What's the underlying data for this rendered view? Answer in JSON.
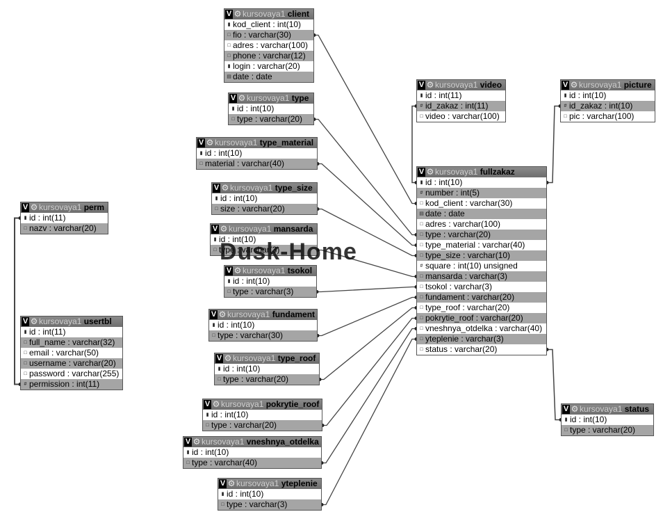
{
  "db_prefix": "kursovaya1",
  "watermark": "Dusk-Home",
  "tables": {
    "client": {
      "name": "client",
      "fields": [
        {
          "text": "kod_client : int(10)",
          "icon": "key"
        },
        {
          "text": "fio : varchar(30)",
          "icon": "text"
        },
        {
          "text": "adres : varchar(100)",
          "icon": "text"
        },
        {
          "text": "phone : varchar(12)",
          "icon": "text"
        },
        {
          "text": "login : varchar(20)",
          "icon": "key"
        },
        {
          "text": "date : date",
          "icon": "date"
        }
      ]
    },
    "type": {
      "name": "type",
      "fields": [
        {
          "text": "id : int(10)",
          "icon": "key"
        },
        {
          "text": "type : varchar(20)",
          "icon": "text"
        }
      ]
    },
    "type_material": {
      "name": "type_material",
      "fields": [
        {
          "text": "id : int(10)",
          "icon": "key"
        },
        {
          "text": "material : varchar(40)",
          "icon": "text"
        }
      ]
    },
    "type_size": {
      "name": "type_size",
      "fields": [
        {
          "text": "id : int(10)",
          "icon": "key"
        },
        {
          "text": "size : varchar(20)",
          "icon": "text"
        }
      ]
    },
    "mansarda": {
      "name": "mansarda",
      "fields": [
        {
          "text": "id : int(10)",
          "icon": "key"
        },
        {
          "text": "type : varchar(3)",
          "icon": "text"
        }
      ]
    },
    "tsokol": {
      "name": "tsokol",
      "fields": [
        {
          "text": "id : int(10)",
          "icon": "key"
        },
        {
          "text": "type : varchar(3)",
          "icon": "text"
        }
      ]
    },
    "fundament": {
      "name": "fundament",
      "fields": [
        {
          "text": "id : int(10)",
          "icon": "key"
        },
        {
          "text": "type : varchar(30)",
          "icon": "text"
        }
      ]
    },
    "type_roof": {
      "name": "type_roof",
      "fields": [
        {
          "text": "id : int(10)",
          "icon": "key"
        },
        {
          "text": "type : varchar(20)",
          "icon": "text"
        }
      ]
    },
    "pokrytie_roof": {
      "name": "pokrytie_roof",
      "fields": [
        {
          "text": "id : int(10)",
          "icon": "key"
        },
        {
          "text": "type : varchar(20)",
          "icon": "text"
        }
      ]
    },
    "vneshnya_otdelka": {
      "name": "vneshnya_otdelka",
      "fields": [
        {
          "text": "id : int(10)",
          "icon": "key"
        },
        {
          "text": "type : varchar(40)",
          "icon": "text"
        }
      ]
    },
    "yteplenie": {
      "name": "yteplenie",
      "fields": [
        {
          "text": "id : int(10)",
          "icon": "key"
        },
        {
          "text": "type : varchar(3)",
          "icon": "text"
        }
      ]
    },
    "perm": {
      "name": "perm",
      "fields": [
        {
          "text": "id : int(11)",
          "icon": "key"
        },
        {
          "text": "nazv : varchar(20)",
          "icon": "text"
        }
      ]
    },
    "usertbl": {
      "name": "usertbl",
      "fields": [
        {
          "text": "id : int(11)",
          "icon": "key"
        },
        {
          "text": "full_name : varchar(32)",
          "icon": "text"
        },
        {
          "text": "email : varchar(50)",
          "icon": "text"
        },
        {
          "text": "username : varchar(20)",
          "icon": "text"
        },
        {
          "text": "password : varchar(255)",
          "icon": "text"
        },
        {
          "text": "permission : int(11)",
          "icon": "num"
        }
      ]
    },
    "video": {
      "name": "video",
      "fields": [
        {
          "text": "id : int(11)",
          "icon": "key"
        },
        {
          "text": "id_zakaz : int(11)",
          "icon": "num"
        },
        {
          "text": "video : varchar(100)",
          "icon": "text"
        }
      ]
    },
    "picture": {
      "name": "picture",
      "fields": [
        {
          "text": "id : int(10)",
          "icon": "key"
        },
        {
          "text": "id_zakaz : int(10)",
          "icon": "num"
        },
        {
          "text": "pic : varchar(100)",
          "icon": "text"
        }
      ]
    },
    "fullzakaz": {
      "name": "fullzakaz",
      "fields": [
        {
          "text": "id : int(10)",
          "icon": "key"
        },
        {
          "text": "number : int(5)",
          "icon": "num"
        },
        {
          "text": "kod_client : varchar(30)",
          "icon": "text"
        },
        {
          "text": "date : date",
          "icon": "date"
        },
        {
          "text": "adres : varchar(100)",
          "icon": "text"
        },
        {
          "text": "type : varchar(20)",
          "icon": "text"
        },
        {
          "text": "type_material : varchar(40)",
          "icon": "text"
        },
        {
          "text": "type_size : varchar(10)",
          "icon": "text"
        },
        {
          "text": "square : int(10) unsigned",
          "icon": "num"
        },
        {
          "text": "mansarda : varchar(3)",
          "icon": "text"
        },
        {
          "text": "tsokol : varchar(3)",
          "icon": "text"
        },
        {
          "text": "fundament : varchar(20)",
          "icon": "text"
        },
        {
          "text": "type_roof : varchar(20)",
          "icon": "text"
        },
        {
          "text": "pokrytie_roof : varchar(20)",
          "icon": "text"
        },
        {
          "text": "vneshnya_otdelka : varchar(40)",
          "icon": "text"
        },
        {
          "text": "yteplenie : varchar(3)",
          "icon": "text"
        },
        {
          "text": "status : varchar(20)",
          "icon": "text"
        }
      ]
    },
    "status": {
      "name": "status",
      "fields": [
        {
          "text": "id : int(10)",
          "icon": "key"
        },
        {
          "text": "type : varchar(20)",
          "icon": "text"
        }
      ]
    }
  },
  "relations": [
    {
      "from": "client",
      "from_field": 1,
      "to": "fullzakaz",
      "to_field": 2
    },
    {
      "from": "type",
      "from_field": 1,
      "to": "fullzakaz",
      "to_field": 5
    },
    {
      "from": "type_material",
      "from_field": 1,
      "to": "fullzakaz",
      "to_field": 6
    },
    {
      "from": "type_size",
      "from_field": 1,
      "to": "fullzakaz",
      "to_field": 7
    },
    {
      "from": "mansarda",
      "from_field": 1,
      "to": "fullzakaz",
      "to_field": 9
    },
    {
      "from": "tsokol",
      "from_field": 1,
      "to": "fullzakaz",
      "to_field": 10
    },
    {
      "from": "fundament",
      "from_field": 1,
      "to": "fullzakaz",
      "to_field": 11
    },
    {
      "from": "type_roof",
      "from_field": 1,
      "to": "fullzakaz",
      "to_field": 12
    },
    {
      "from": "pokrytie_roof",
      "from_field": 1,
      "to": "fullzakaz",
      "to_field": 13
    },
    {
      "from": "vneshnya_otdelka",
      "from_field": 1,
      "to": "fullzakaz",
      "to_field": 14
    },
    {
      "from": "yteplenie",
      "from_field": 1,
      "to": "fullzakaz",
      "to_field": 15
    },
    {
      "from": "video",
      "from_field": 1,
      "to": "fullzakaz",
      "to_field": 0
    },
    {
      "from": "picture",
      "from_field": 1,
      "to": "fullzakaz",
      "to_field": 0
    },
    {
      "from": "status",
      "from_field": 0,
      "to": "fullzakaz",
      "to_field": 16
    },
    {
      "from": "perm",
      "from_field": 0,
      "to": "usertbl",
      "to_field": 5
    }
  ]
}
